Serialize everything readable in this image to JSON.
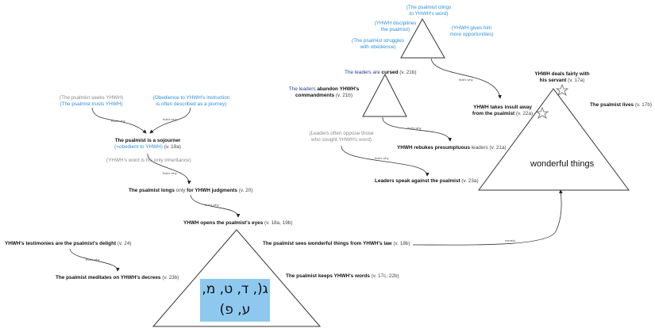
{
  "nodes": {
    "clings_1": "(The psalmist clings",
    "clings_2": "to YHWH's word)",
    "disciplines_1": "(YHWH disciplines",
    "disciplines_2": "the psalmist)",
    "gives_1": "(YHWH gives him",
    "gives_2": "more opportunities)",
    "struggles_1": "(The psalmist struggles",
    "struggles_2": "with obedience)",
    "cursed_a": "The leaders are ",
    "cursed_b": "cursed",
    "cursed_ref": " (v. 21b)",
    "abandon_a": "The leaders ",
    "abandon_b": "abandon YHWH's",
    "abandon_c": "commandments",
    "abandon_ref": " (v. 21b)",
    "deals_1": "YHWH deals fairly with",
    "deals_2": "his servant",
    "deals_ref": " (v. 17a)",
    "lives": "The psalmist lives",
    "lives_ref": " (v. 17b)",
    "insult_1": "YHWH takes insult away",
    "insult_2": "from the psalmist",
    "insult_ref": " (v. 22a)",
    "seeks": "(The psalmist seeks YHWH)",
    "trusts": "(The psalmist trusts YHWH)",
    "obed_instr_1": "(Obedience to YHWH's instruction",
    "obed_instr_2": "is often described as a journey)",
    "oppose_1": "(Leaders often oppose those",
    "oppose_2": "who sought YHWH's word)",
    "rebukes_a": "YHWH rebukes presumptuous ",
    "rebukes_b": "leaders",
    "rebukes_ref": " (v. 21a)",
    "sojourner_a": "The psalmist ",
    "sojourner_b": "is a sojourner",
    "sojourner_2": "(=obedient to YHWH)",
    "sojourner_ref": " (v. 19a)",
    "inheritance": "(YHWH's word is his only inheritance)",
    "against_a": "Leaders speak against the psalmist",
    "against_ref": " (v. 23a)",
    "longs_a": "The psalmist longs ",
    "longs_b": "only",
    "longs_c": " for YHWH judgments",
    "longs_ref": " (v. 20)",
    "wonderful": "wonderful things",
    "eyes_a": "YHWH opens the psalmist's eyes",
    "eyes_ref": " (v. 18a, 19b)",
    "testimonies_a": "YHWH's testimonies are the psalmist's delight",
    "testimonies_ref": " (v. 24)",
    "sees_a": "The psalmist sees wonderful things from YHWH's law",
    "sees_ref": " (v. 18b)",
    "meditates_a": "The psalmist meditates on YHWH's decrees",
    "meditates_ref": " (v. 23b)",
    "keeps_a": "The psalmist keeps YHWH's words",
    "keeps_ref": " (v. 17c, 22b)",
    "hebrew_1": "ג(, ד, ט, מ,",
    "hebrew_2": "ע, פ)"
  },
  "edge_labels": {
    "thats_why": "that's why",
    "namely": "namely"
  },
  "colors": {
    "blue": "#2f8fd8",
    "navy": "#2a3a9a",
    "gray": "#8a8a8a",
    "highlight": "#8ec8ef"
  }
}
